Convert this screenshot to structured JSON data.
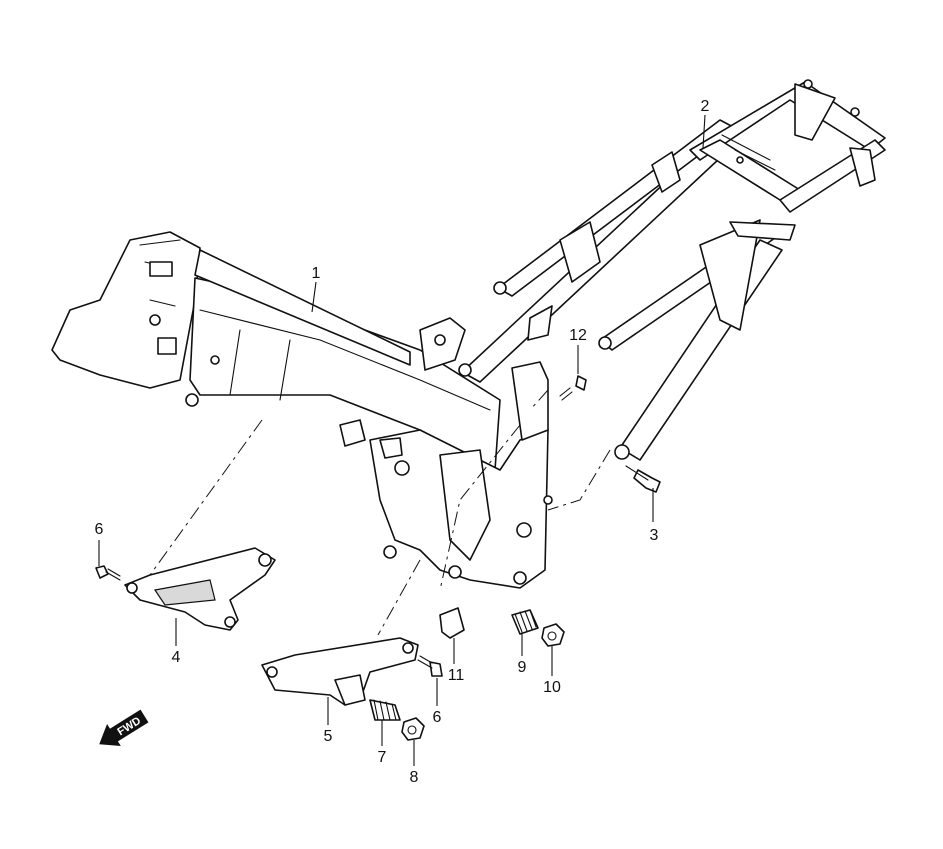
{
  "callouts": [
    {
      "id": "1",
      "label": "1"
    },
    {
      "id": "2",
      "label": "2"
    },
    {
      "id": "3",
      "label": "3"
    },
    {
      "id": "4",
      "label": "4"
    },
    {
      "id": "5",
      "label": "5"
    },
    {
      "id": "6a",
      "label": "6"
    },
    {
      "id": "6b",
      "label": "6"
    },
    {
      "id": "7",
      "label": "7"
    },
    {
      "id": "8",
      "label": "8"
    },
    {
      "id": "9",
      "label": "9"
    },
    {
      "id": "10",
      "label": "10"
    },
    {
      "id": "11",
      "label": "11"
    },
    {
      "id": "12",
      "label": "12"
    }
  ],
  "direction_arrow": {
    "label": "FWD",
    "icon": "forward-arrow-icon"
  },
  "colors": {
    "ink": "#111111",
    "background": "#ffffff"
  }
}
